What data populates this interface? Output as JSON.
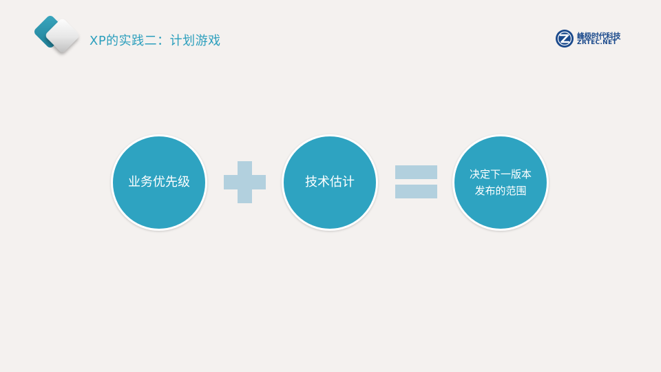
{
  "header": {
    "title": "XP的实践二：计划游戏"
  },
  "logo": {
    "cn_text": "峰极时代科技",
    "en_text": "ZRTEC.NET",
    "brand_color": "#1b4a8c"
  },
  "diagram": {
    "circle_color": "#2ea3c1",
    "operator_color": "#b2d0de",
    "items": [
      {
        "label": "业务优先级"
      },
      {
        "label": "技术估计"
      },
      {
        "label": "决定下一版本发布的范围"
      }
    ],
    "operators": [
      "plus-icon",
      "equals-icon"
    ]
  }
}
